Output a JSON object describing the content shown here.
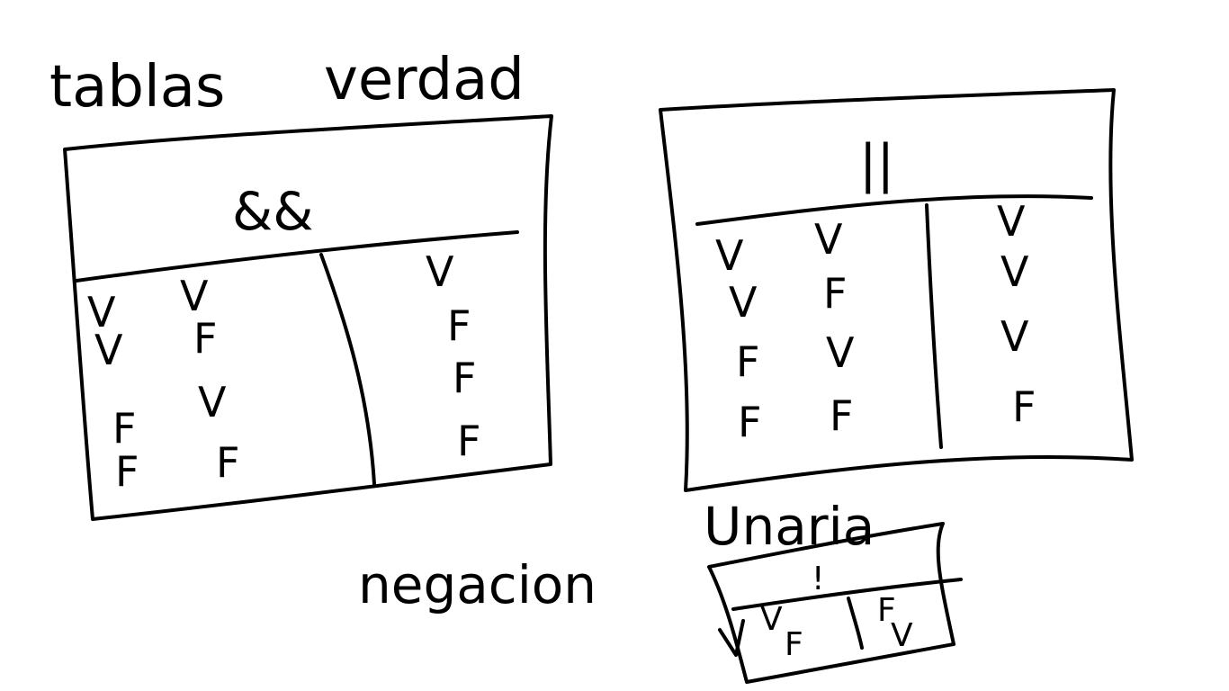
{
  "title": {
    "word1": "tablas",
    "word2": "verdad"
  },
  "and_table": {
    "operator": "&&",
    "rows": [
      {
        "a": "V",
        "b": "V",
        "result": "V"
      },
      {
        "a": "V",
        "b": "F",
        "result": "F"
      },
      {
        "a": "F",
        "b": "V",
        "result": "F"
      },
      {
        "a": "F",
        "b": "F",
        "result": "F"
      }
    ]
  },
  "or_table": {
    "operator": "||",
    "rows": [
      {
        "a": "V",
        "b": "V",
        "result": "V"
      },
      {
        "a": "V",
        "b": "F",
        "result": "V"
      },
      {
        "a": "F",
        "b": "V",
        "result": "V"
      },
      {
        "a": "F",
        "b": "F",
        "result": "F"
      }
    ]
  },
  "unary": {
    "label": "Unaria",
    "side_label": "negacion",
    "operator": "!",
    "rows": [
      {
        "input": "V",
        "output": "F"
      },
      {
        "input": "F",
        "output": "V"
      }
    ]
  },
  "ink_color": "#000000"
}
